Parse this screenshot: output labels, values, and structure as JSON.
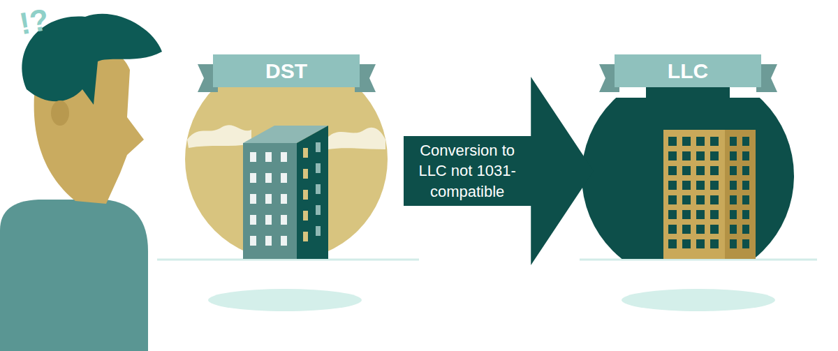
{
  "diagram": {
    "nodes": [
      {
        "text": [
          "DST"
        ]
      },
      {
        "text": [
          "LLC"
        ]
      }
    ],
    "edges": [
      {
        "from": 0,
        "to": 1,
        "label": "Conversion to LLC not 1031-compatible",
        "arrow": "to"
      }
    ],
    "labels": [
      "!?"
    ]
  }
}
